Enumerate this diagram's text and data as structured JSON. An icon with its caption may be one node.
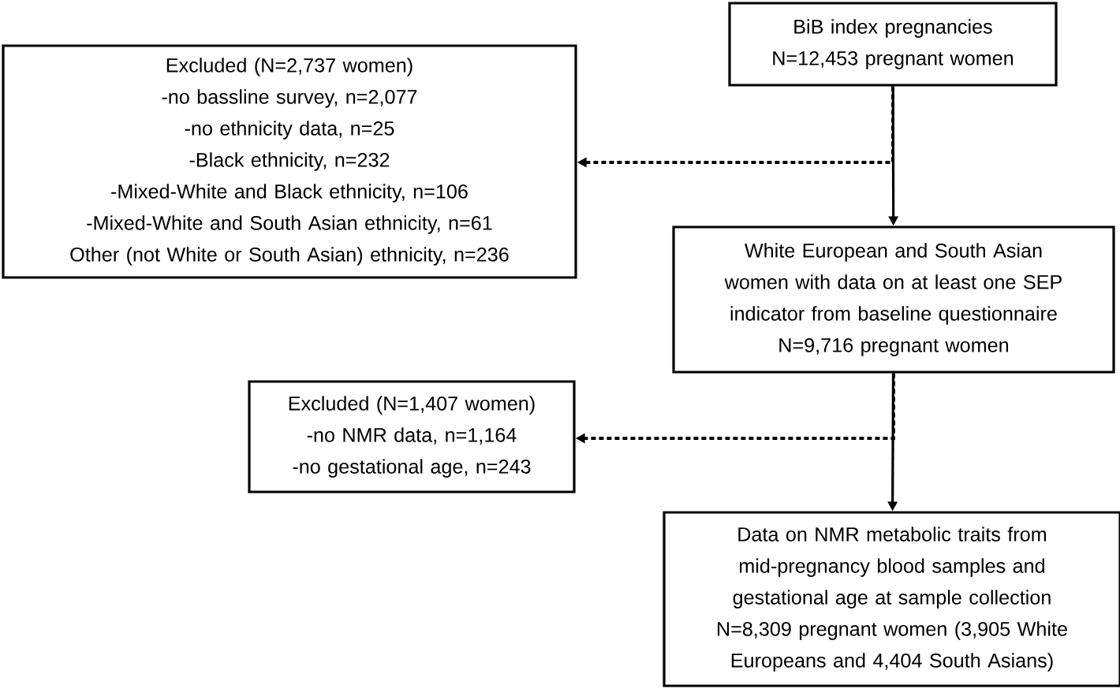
{
  "diagram": {
    "nodes": [
      {
        "text": [
          "BiB index pregnancies",
          "N=12,453 pregnant women"
        ]
      },
      {
        "text": [
          "Excluded (N=2,737 women)",
          "-no bassline survey, n=2,077",
          "-no ethnicity data, n=25",
          "-Black ethnicity, n=232",
          "-Mixed-White and Black ethnicity, n=106",
          "-Mixed-White and South Asian ethnicity, n=61",
          "Other (not White or South Asian) ethnicity, n=236"
        ]
      },
      {
        "text": [
          "White European and South Asian women with data on at least one SEP indicator from baseline questionnaire",
          "N=9,716 pregnant women"
        ]
      },
      {
        "text": [
          "Excluded (N=1,407 women)",
          "-no NMR data, n=1,164",
          "-no gestational age, n=243"
        ]
      },
      {
        "text": [
          "Data on NMR metabolic traits from mid-pregnancy blood samples and gestational age at sample collection",
          "N=8,309 pregnant women (3,905 White Europeans and 4,404 South Asians)"
        ]
      }
    ],
    "edges": [
      {
        "from": 0,
        "to": 2,
        "arrow": "to"
      },
      {
        "from": 0,
        "to": 1,
        "arrow": "to",
        "style": "dashed"
      },
      {
        "from": 2,
        "to": 4,
        "arrow": "to"
      },
      {
        "from": 2,
        "to": 3,
        "arrow": "to",
        "style": "dashed"
      }
    ]
  }
}
